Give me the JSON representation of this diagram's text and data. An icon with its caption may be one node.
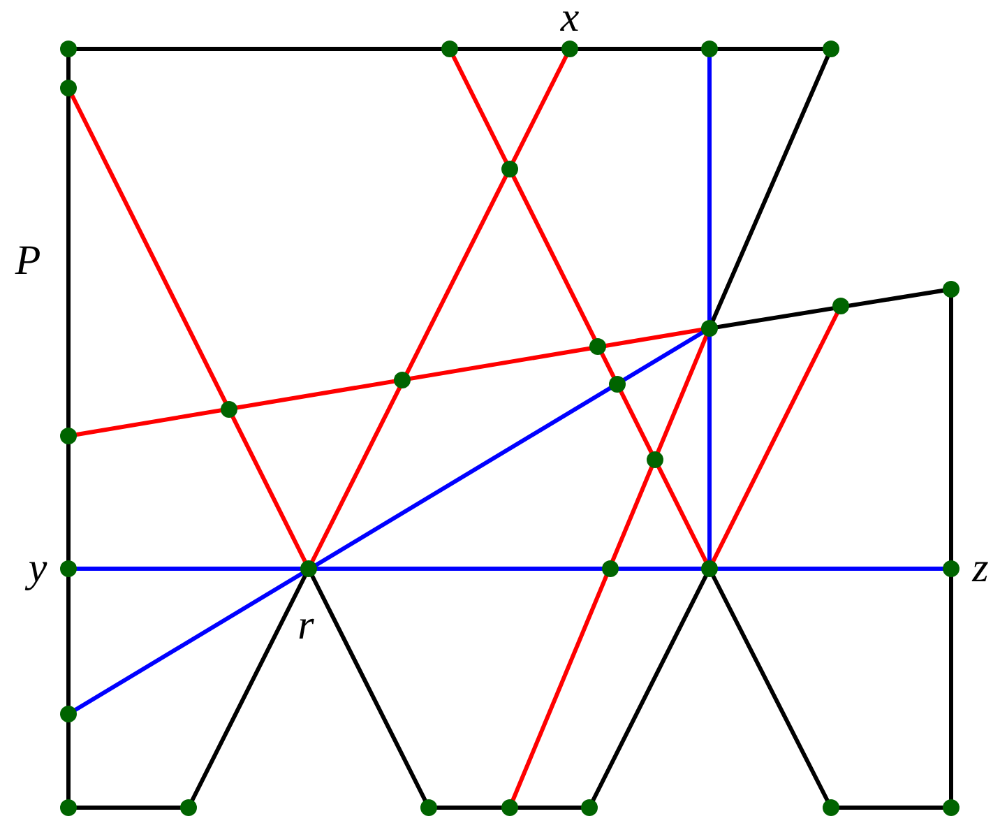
{
  "diagram": {
    "labels": [
      "x",
      "P",
      "y",
      "r",
      "z"
    ]
  }
}
